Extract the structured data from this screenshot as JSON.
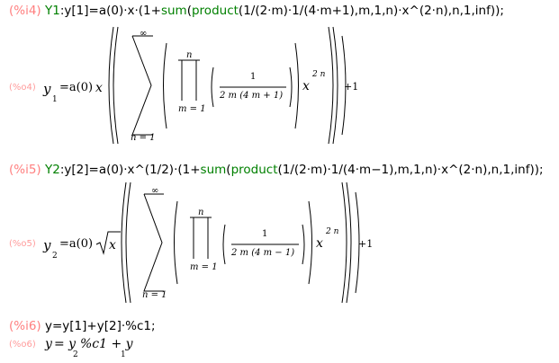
{
  "cells": [
    {
      "in_label": "(%i4)",
      "in_parts": [
        {
          "cls": "in-var",
          "text": "Y1"
        },
        {
          "cls": "in-op",
          "text": ":y[1]=a(0)·x·(1+"
        },
        {
          "cls": "in-var",
          "text": "sum"
        },
        {
          "cls": "in-op",
          "text": "("
        },
        {
          "cls": "in-var",
          "text": "product"
        },
        {
          "cls": "in-op",
          "text": "(1/(2·m)·1/(4·m+1),m,1,n)·x^(2·n),n,1,inf));"
        }
      ],
      "out_label": "(%o4)",
      "lhs": "y",
      "lhs_sub": "1",
      "eq_prefix": "=a(0)",
      "var": "x",
      "sum_upper": "∞",
      "sum_lower": "n = 1",
      "prod_upper": "n",
      "prod_lower": "m = 1",
      "frac_num": "1",
      "frac_den": "2 m (4 m + 1)",
      "pow_base": "x",
      "pow_exp": "2 n",
      "tail": "+1"
    },
    {
      "in_label": "(%i5)",
      "in_parts": [
        {
          "cls": "in-var",
          "text": "Y2"
        },
        {
          "cls": "in-op",
          "text": ":y[2]=a(0)·x^(1/2)·(1+"
        },
        {
          "cls": "in-var",
          "text": "sum"
        },
        {
          "cls": "in-op",
          "text": "("
        },
        {
          "cls": "in-var",
          "text": "product"
        },
        {
          "cls": "in-op",
          "text": "(1/(2·m)·1/(4·m−1),m,1,n)·x^(2·n),n,1,inf));"
        }
      ],
      "out_label": "(%o5)",
      "lhs": "y",
      "lhs_sub": "2",
      "eq_prefix": "=a(0)",
      "var": "x",
      "sum_upper": "∞",
      "sum_lower": "n = 1",
      "prod_upper": "n",
      "prod_lower": "m = 1",
      "frac_num": "1",
      "frac_den": "2 m (4 m − 1)",
      "pow_base": "x",
      "pow_exp": "2 n",
      "tail": "+1"
    },
    {
      "in_label": "(%i6)",
      "in_parts": [
        {
          "cls": "in-op",
          "text": "y=y[1]+y[2]·%c1;"
        }
      ],
      "out_label": "(%o6)",
      "result": {
        "lhs": "y",
        "eq": "= y",
        "sub_a": "2",
        "mid": "%c1 + y",
        "sub_b": "1"
      }
    }
  ],
  "colors": {
    "label": "#ff7f7f",
    "var": "#008000",
    "text": "#000000"
  }
}
